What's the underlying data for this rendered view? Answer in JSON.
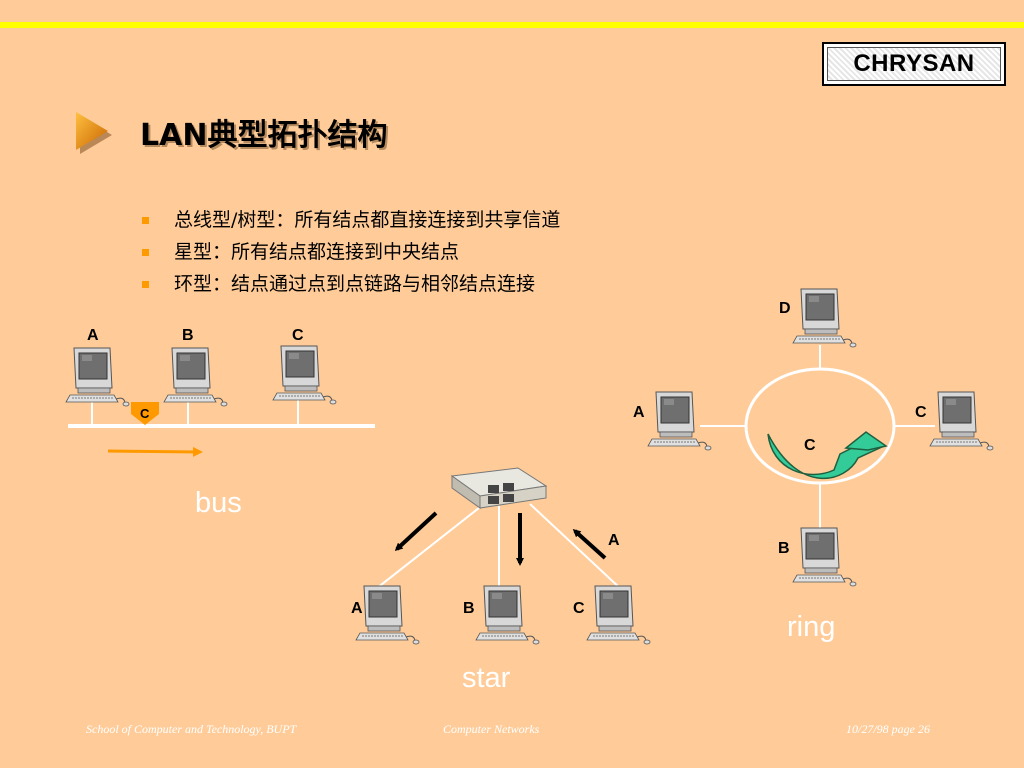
{
  "logo": {
    "text": "CHRYSAN"
  },
  "title": "LAN典型拓扑结构",
  "bullets": [
    "总线型/树型：所有结点都直接连接到共享信道",
    "星型：所有结点都连接到中央结点",
    "环型：结点通过点到点链路与相邻结点连接"
  ],
  "bus": {
    "nodes": [
      "A",
      "B",
      "C"
    ],
    "marker": "C",
    "label": "bus"
  },
  "star": {
    "nodes": [
      "A",
      "B",
      "C"
    ],
    "arrow_label": "A",
    "label": "star"
  },
  "ring": {
    "nodes": {
      "top": "D",
      "left": "A",
      "right": "C",
      "bottom": "B"
    },
    "center": "C",
    "label": "ring"
  },
  "colors": {
    "background": "#FFCC99",
    "accent_bar": "#FFFF00",
    "bullet": "#FF9900",
    "arrow_orange": "#FF9900",
    "ring_arrow": "#33CC99"
  },
  "footer": {
    "left": "School of Computer and Technology, BUPT",
    "center": "Computer  Networks",
    "right": "10/27/98   page 26"
  }
}
